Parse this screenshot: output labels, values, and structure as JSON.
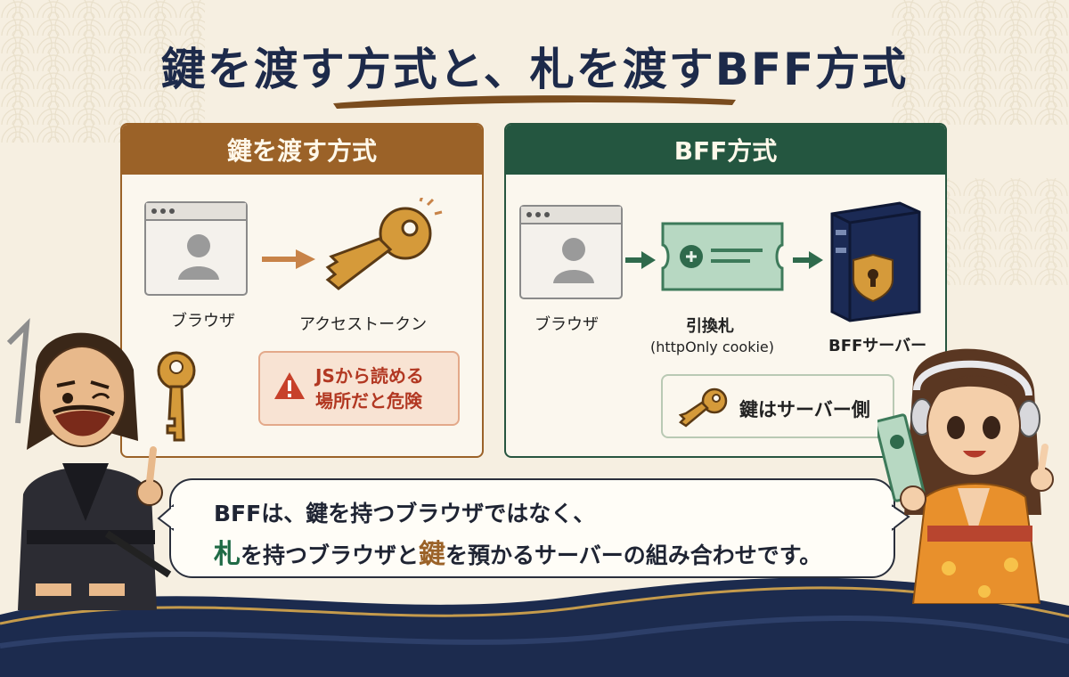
{
  "title": "鍵を渡す方式と、札を渡すBFF方式",
  "colors": {
    "background": "#f6efe1",
    "left_accent": "#9b6228",
    "right_accent": "#245640",
    "navy": "#1d2a4a",
    "warning": "#b23822"
  },
  "left_panel": {
    "header": "鍵を渡す方式",
    "browser_label": "ブラウザ",
    "token_label": "アクセストークン",
    "warning_icon": "warning-icon",
    "warning_line1": "JSから読める",
    "warning_line2": "場所だと危険"
  },
  "right_panel": {
    "header": "BFF方式",
    "browser_label": "ブラウザ",
    "ticket_label": "引換札",
    "ticket_sub": "(httpOnly cookie)",
    "server_label": "BFFサーバー",
    "key_location": "鍵はサーバー側"
  },
  "bubble": {
    "line1": "BFFは、鍵を持つブラウザではなく、",
    "line2_hl1": "札",
    "line2_part1": "を持つブラウザと",
    "line2_hl2": "鍵",
    "line2_part2": "を預かるサーバーの組み合わせです。"
  }
}
